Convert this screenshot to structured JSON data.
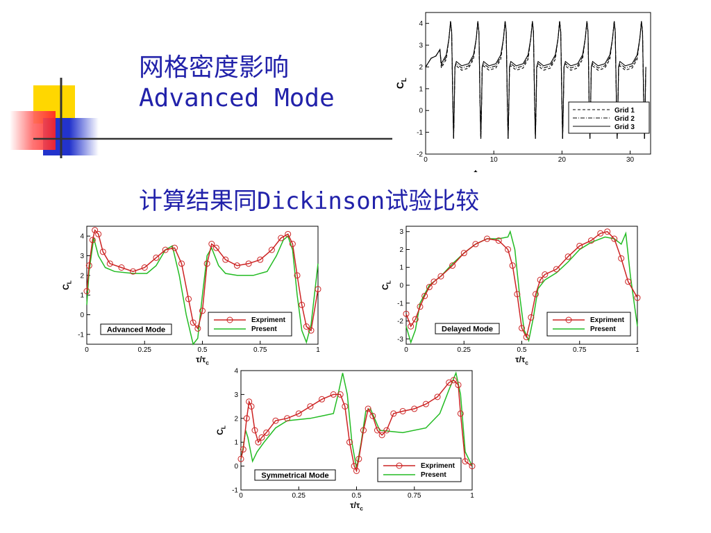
{
  "slide": {
    "title_line1": "网格密度影响",
    "title_line2": "Advanced Mode",
    "subtitle": "计算结果同Dickinson试验比较"
  },
  "colors": {
    "title": "#2222aa",
    "experiment": "#cc2222",
    "present": "#22bb22",
    "deco_yellow": "#ffd700",
    "deco_red": "#ff3333",
    "deco_blue": "#2233cc"
  },
  "chart_data": [
    {
      "id": "grid",
      "type": "line",
      "xlabel": "t",
      "ylabel": "C",
      "ylabel_sub": "L",
      "xlim": [
        0,
        33
      ],
      "ylim": [
        -2,
        4.5
      ],
      "xticks": [
        0,
        10,
        20,
        30
      ],
      "yticks": [
        -2,
        -1,
        0,
        1,
        2,
        3,
        4
      ],
      "legend": [
        "Grid 1",
        "Grid 2",
        "Grid 3"
      ],
      "period": 4,
      "t0": 0
    },
    {
      "id": "advanced",
      "type": "line",
      "mode_label": "Advanced Mode",
      "xlabel": "τ/τ",
      "xlabel_sub": "c",
      "ylabel": "C",
      "ylabel_sub": "L",
      "xlim": [
        0,
        1
      ],
      "ylim": [
        -1.5,
        4.5
      ],
      "xticks": [
        0,
        0.25,
        0.5,
        0.75,
        1
      ],
      "yticks": [
        -1,
        0,
        1,
        2,
        3,
        4
      ],
      "series": [
        {
          "name": "Expriment",
          "x": [
            0,
            0.01,
            0.025,
            0.035,
            0.05,
            0.07,
            0.1,
            0.15,
            0.2,
            0.25,
            0.3,
            0.34,
            0.38,
            0.41,
            0.44,
            0.46,
            0.48,
            0.5,
            0.52,
            0.54,
            0.56,
            0.6,
            0.65,
            0.7,
            0.75,
            0.8,
            0.84,
            0.87,
            0.89,
            0.91,
            0.93,
            0.95,
            0.97,
            1
          ],
          "y": [
            1.2,
            2.5,
            3.8,
            4.3,
            4.1,
            3.2,
            2.6,
            2.4,
            2.2,
            2.4,
            2.9,
            3.3,
            3.4,
            2.6,
            0.8,
            -0.4,
            -0.7,
            0.2,
            2.6,
            3.6,
            3.4,
            2.8,
            2.5,
            2.6,
            2.8,
            3.3,
            3.9,
            4.1,
            3.6,
            2.0,
            0.5,
            -0.6,
            -0.8,
            1.3
          ]
        },
        {
          "name": "Present",
          "x": [
            0,
            0.01,
            0.03,
            0.05,
            0.08,
            0.12,
            0.2,
            0.26,
            0.3,
            0.34,
            0.37,
            0.4,
            0.43,
            0.46,
            0.48,
            0.5,
            0.52,
            0.54,
            0.57,
            0.6,
            0.65,
            0.72,
            0.78,
            0.82,
            0.85,
            0.87,
            0.89,
            0.91,
            0.93,
            0.95,
            0.97,
            1
          ],
          "y": [
            0.5,
            2.2,
            3.9,
            3.0,
            2.4,
            2.2,
            2.1,
            2.1,
            2.5,
            3.3,
            3.5,
            2.0,
            0.0,
            -1.5,
            -1.2,
            1.0,
            3.0,
            3.4,
            2.5,
            2.1,
            2.0,
            2.0,
            2.2,
            3.0,
            3.8,
            4.0,
            3.3,
            1.0,
            -0.8,
            -1.4,
            -0.5,
            2.6
          ]
        }
      ]
    },
    {
      "id": "delayed",
      "type": "line",
      "mode_label": "Delayed Mode",
      "xlabel": "τ/τ",
      "xlabel_sub": "c",
      "ylabel": "C",
      "ylabel_sub": "L",
      "xlim": [
        0,
        1
      ],
      "ylim": [
        -3.3,
        3.3
      ],
      "xticks": [
        0,
        0.25,
        0.5,
        0.75,
        1
      ],
      "yticks": [
        -3,
        -2,
        -1,
        0,
        1,
        2,
        3
      ],
      "series": [
        {
          "name": "Expriment",
          "x": [
            0,
            0.02,
            0.04,
            0.06,
            0.08,
            0.1,
            0.12,
            0.15,
            0.2,
            0.25,
            0.3,
            0.35,
            0.4,
            0.44,
            0.46,
            0.48,
            0.5,
            0.52,
            0.54,
            0.56,
            0.58,
            0.6,
            0.65,
            0.7,
            0.75,
            0.8,
            0.84,
            0.87,
            0.9,
            0.93,
            0.96,
            1
          ],
          "y": [
            -1.6,
            -2.3,
            -1.9,
            -1.2,
            -0.6,
            -0.1,
            0.2,
            0.5,
            1.1,
            1.8,
            2.3,
            2.6,
            2.5,
            2.0,
            1.1,
            -0.5,
            -2.4,
            -2.9,
            -1.8,
            -0.5,
            0.3,
            0.6,
            0.9,
            1.6,
            2.2,
            2.5,
            2.9,
            3.0,
            2.6,
            1.5,
            0.2,
            -0.7
          ]
        },
        {
          "name": "Present",
          "x": [
            0,
            0.02,
            0.04,
            0.06,
            0.08,
            0.1,
            0.15,
            0.2,
            0.25,
            0.3,
            0.35,
            0.4,
            0.44,
            0.45,
            0.47,
            0.49,
            0.51,
            0.53,
            0.55,
            0.57,
            0.6,
            0.65,
            0.7,
            0.75,
            0.8,
            0.86,
            0.9,
            0.93,
            0.95,
            0.97,
            1
          ],
          "y": [
            -2.3,
            -3.2,
            -2.5,
            -1.0,
            -0.5,
            0.0,
            0.5,
            1.2,
            1.8,
            2.3,
            2.6,
            2.6,
            2.7,
            3.0,
            2.0,
            -0.5,
            -2.5,
            -3.1,
            -1.8,
            -0.2,
            0.3,
            0.7,
            1.3,
            2.0,
            2.4,
            2.7,
            2.6,
            2.3,
            2.9,
            0.5,
            -2.3
          ]
        }
      ]
    },
    {
      "id": "symmetrical",
      "type": "line",
      "mode_label": "Symmetrical Mode",
      "xlabel": "τ/τ",
      "xlabel_sub": "c",
      "ylabel": "C",
      "ylabel_sub": "L",
      "xlim": [
        0,
        1
      ],
      "ylim": [
        -1,
        4
      ],
      "xticks": [
        0,
        0.25,
        0.5,
        0.75,
        1
      ],
      "yticks": [
        -1,
        0,
        1,
        2,
        3,
        4
      ],
      "series": [
        {
          "name": "Expriment",
          "x": [
            0,
            0.01,
            0.025,
            0.035,
            0.045,
            0.06,
            0.075,
            0.09,
            0.11,
            0.15,
            0.2,
            0.25,
            0.3,
            0.35,
            0.4,
            0.43,
            0.45,
            0.47,
            0.49,
            0.5,
            0.51,
            0.53,
            0.55,
            0.57,
            0.59,
            0.61,
            0.63,
            0.66,
            0.7,
            0.75,
            0.8,
            0.85,
            0.9,
            0.92,
            0.94,
            0.95,
            0.97,
            1
          ],
          "y": [
            0.3,
            0.7,
            2.0,
            2.7,
            2.5,
            1.5,
            1.0,
            1.2,
            1.4,
            1.9,
            2.0,
            2.2,
            2.5,
            2.8,
            3.0,
            3.0,
            2.5,
            1.0,
            0.0,
            -0.2,
            0.3,
            1.5,
            2.4,
            2.1,
            1.5,
            1.3,
            1.5,
            2.2,
            2.3,
            2.4,
            2.6,
            2.9,
            3.5,
            3.6,
            3.4,
            2.2,
            0.2,
            0.0
          ]
        },
        {
          "name": "Present",
          "x": [
            0,
            0.01,
            0.02,
            0.03,
            0.05,
            0.07,
            0.1,
            0.15,
            0.2,
            0.3,
            0.35,
            0.4,
            0.42,
            0.44,
            0.46,
            0.48,
            0.5,
            0.52,
            0.54,
            0.56,
            0.6,
            0.7,
            0.8,
            0.86,
            0.9,
            0.93,
            0.95,
            0.97,
            1
          ],
          "y": [
            0.3,
            0.8,
            1.5,
            1.2,
            0.2,
            0.6,
            1.0,
            1.6,
            1.9,
            2.0,
            2.1,
            2.2,
            3.0,
            3.9,
            3.0,
            1.0,
            -0.1,
            1.0,
            2.3,
            2.4,
            1.5,
            1.4,
            1.6,
            2.2,
            3.2,
            3.9,
            3.0,
            0.6,
            0.0
          ]
        }
      ]
    }
  ]
}
